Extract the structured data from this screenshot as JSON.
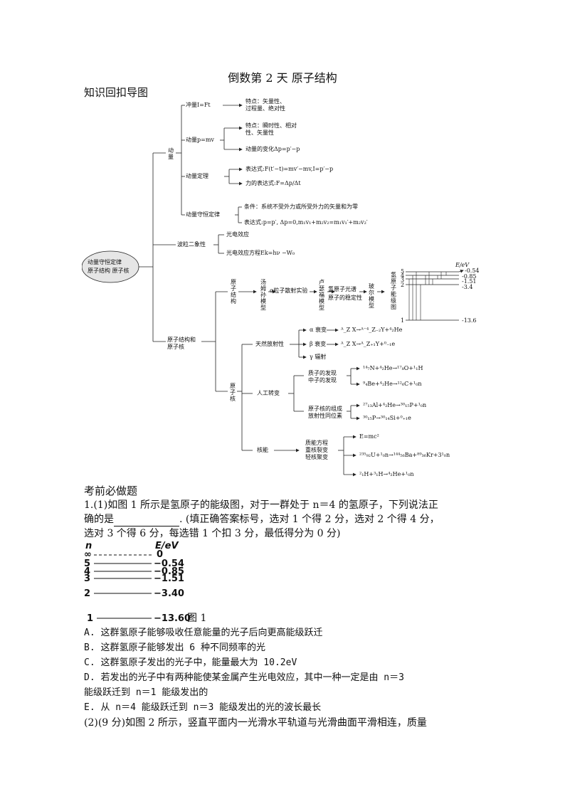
{
  "doc": {
    "title": "倒数第 2 天  原子结构",
    "section1": "知识回扣导图",
    "section2": "考前必做题"
  },
  "mindmap": {
    "center_line1": "动量守恒定律",
    "center_line2": "原子结构  原子核",
    "momentum": "动量",
    "impulse": "冲量I=Ft",
    "impulse_feature_1": "特点：矢量性、",
    "impulse_feature_2": "过程量、绝对性",
    "mom": "动量p=mv",
    "mom_feature_1": "特点：瞬时性、相对",
    "mom_feature_2": "性、矢量性",
    "mom_change": "动量的变化Δp=p′−p",
    "theorem": "动量定理",
    "theorem_expr": "表达式:F(t′−t)=mv′−mv,I=p′−p",
    "theorem_force": "力的表达式:F=Δp/Δt",
    "conservation": "动量守恒定律",
    "cons_cond": "条件：系统不受外力或所受外力的矢量和为零",
    "cons_expr": "表达式:p=p′, Δp=0,m₁v₁+m₂v₂=m₁v₁′+m₂v₂′",
    "duality": "波粒二象性",
    "photo": "光电效应",
    "photo_eq": "光电效应方程Ek=hν −W₀",
    "structure_nucleus_1": "原子结构和",
    "structure_nucleus_2": "原子核",
    "atom_structure": "原子结构",
    "thomson": "汤姆孙模型",
    "alpha_exp": "α粒子散射实验",
    "rutherford": "卢瑟福模型",
    "h_spectrum": "氢原子光谱",
    "stability": "原子的稳定性",
    "bohr": "玻尔模型",
    "h_level_diagram": "氢原子能级图",
    "small_levels": {
      "unit": "E/eV",
      "n": [
        "5",
        "4",
        "3",
        "2",
        "1"
      ],
      "e": [
        "-0.54",
        "-0.85",
        "-1.51",
        "-3.4",
        "-13.6"
      ]
    },
    "nucleus": "原子核",
    "natural": "天然放射性",
    "alpha_decay": "α 衰变",
    "alpha_eq": "ᴬ_Z X→ᴬ⁻⁴_Z₋₂Y+⁴₂He",
    "beta_decay": "β 衰变",
    "beta_eq": "ᴬ_Z X→ᴬ_Z₊₁Y+⁰₋₁e",
    "gamma": "γ 辐射",
    "artificial": "人工转变",
    "discovery_1": "质子的发现",
    "discovery_2": "中子的发现",
    "p_eq": "¹⁴₇N+⁴₂He→¹⁷₈O+¹₁H",
    "n_eq": "⁹₄Be+⁴₂He→¹²₆C+¹₀n",
    "iso_1": "原子核的组成",
    "iso_2": "放射性同位素",
    "al_eq": "²⁷₁₃Al+⁴₂He→³⁰₁₅P+¹₀n",
    "p_decay_eq": "³⁰₁₅P→³⁰₁₄Si+⁰₊₁e",
    "nuclear_energy": "核能",
    "mass_energy_1": "质能方程",
    "mass_energy_2": "重核裂变",
    "mass_energy_3": "轻核聚变",
    "emc2": "E=mc²",
    "fission_eq": "²³⁵₉₂U+¹₀n→¹⁴⁴₅₆Ba+⁸⁹₃₆Kr+3¹₀n",
    "fusion_eq": "²₁H+³₁H→⁴₂He+¹₀n"
  },
  "question": {
    "q1_line1": "1.(1)如图 1 所示是氢原子的能级图，对于一群处于 n＝4 的氢原子，下列说法正",
    "q1_line2_a": "确的是",
    "q1_line2_b": ". (填正确答案标号，选对 1 个得 2 分，选对 2 个得 4 分，",
    "q1_line3": "选对 3 个得 6 分，每选错 1 个扣 3 分，最低得分为 0 分)",
    "fig_n": "n",
    "fig_e": "E/eV",
    "levels": [
      {
        "n": "∞",
        "e": "0"
      },
      {
        "n": "5",
        "e": "−0.54"
      },
      {
        "n": "4",
        "e": "−0.85"
      },
      {
        "n": "3",
        "e": "−1.51"
      },
      {
        "n": "2",
        "e": "−3.40"
      },
      {
        "n": "1",
        "e": "−13.60"
      }
    ],
    "fig_caption": "图 1",
    "options": [
      "A. 这群氢原子能够吸收任意能量的光子后向更高能级跃迁",
      "B. 这群氢原子能够发出 6 种不同频率的光",
      "C. 这群氢原子发出的光子中，能量最大为 10.2eV",
      "D. 若发出的光子中有两种能使某金属产生光电效应，其中一种一定是由 n＝3",
      "能级跃迁到 n＝1 能级发出的",
      "E. 从 n＝4 能级跃迁到 n＝3 能级发出的光的波长最长"
    ],
    "q2_line1": "(2)(9 分)如图 2 所示，竖直平面内一光滑水平轨道与光滑曲面平滑相连，质量"
  }
}
